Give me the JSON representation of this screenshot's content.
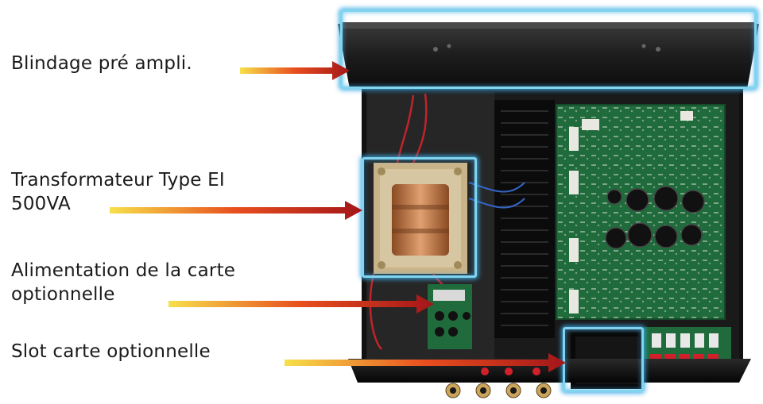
{
  "callouts": [
    {
      "lines": [
        "Blindage pré ampli."
      ]
    },
    {
      "lines": [
        "Transformateur Type EI",
        "500VA"
      ]
    },
    {
      "lines": [
        "Alimentation de la carte",
        "optionnelle"
      ]
    },
    {
      "lines": [
        "Slot carte optionnelle"
      ]
    }
  ],
  "colors": {
    "highlight": "#7fd4f0",
    "arrow_start": "#f7e04a",
    "arrow_end": "#a3161a",
    "pcb": "#1f6b3c",
    "chassis": "#141414"
  }
}
